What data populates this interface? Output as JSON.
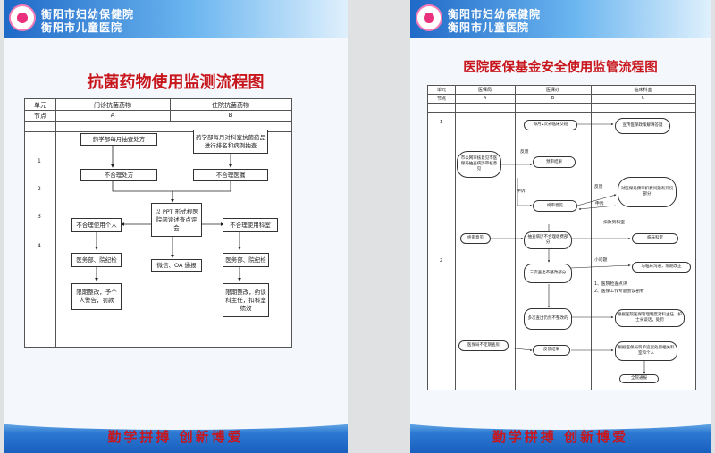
{
  "hospital_lines": [
    "衡阳市妇幼保健院",
    "衡阳市儿童医院"
  ],
  "footer_text": "勤学拼搏    创新博爱",
  "left": {
    "title": "抗菌药物使用监测流程图",
    "table": {
      "col_unit": "单元",
      "col_node": "节点",
      "col_a": "门诊抗菌药物",
      "col_b": "住院抗菌药物",
      "a": "A",
      "b": "B"
    },
    "row_numbers": [
      "1",
      "2",
      "3",
      "4"
    ],
    "boxes": {
      "a1": "药学部每月抽查处方",
      "a2": "不合理处方",
      "b1": "药学部每月对科室抗菌药品进行排名和病例抽查",
      "b2": "不合理医嘱",
      "center": "以 PPT 形式根医院阅读述查点评会",
      "wechat": "微信、OA 通报",
      "a3": "不合理使用个人",
      "b3": "不合理使用科室",
      "a4": "医务部、院纪检",
      "b4": "医务部、院纪检",
      "a5": "限期整改，予个人警告，罚款",
      "b5": "限期整改，约谈科主任，扣科室绩效"
    }
  },
  "right": {
    "title": "医院医保基金安全使用监管流程图",
    "table": {
      "col_unit": "单元",
      "col_node": "节点",
      "col_a": "医保局",
      "col_b": "医保办",
      "col_c": "临床科室",
      "a": "A",
      "b": "B",
      "c": "C"
    },
    "row_numbers": [
      "1",
      "2"
    ],
    "boxes": {
      "b1": "每月2次去临床交班",
      "c1": "宣传医保政策解释答疑",
      "a1": "市公网审核意见市医保局抽查病历审核意见",
      "b2": "预审结果",
      "b3": "终审意见",
      "c2": "对医保局预审扣费问题有异议部分",
      "a2": "终审意见",
      "b4": "抽查病历不合理收费部分",
      "c3": "临床科室",
      "c4": "与临床沟通，限期改正",
      "b5": "三次查出不整改部分",
      "b6": "多次查出仍然不整改的",
      "c6": "根据医院医保管理制度对科主任、护士长谈话，处罚",
      "a3": "医保局不定期查房",
      "b7": "反馈结果",
      "c7": "根据医保局罚单追究处罚相关科室和个人",
      "c8": "全院通报"
    },
    "labels": {
      "fb1": "反馈",
      "fb2": "反馈",
      "shensu1": "申诉",
      "shensu2": "申诉",
      "koukuan": "扣款到科室",
      "xiaowenti": "小问题",
      "pingjia": "1、医院检查点评",
      "huiyi": "2、医保工作专题会议剖析"
    }
  }
}
